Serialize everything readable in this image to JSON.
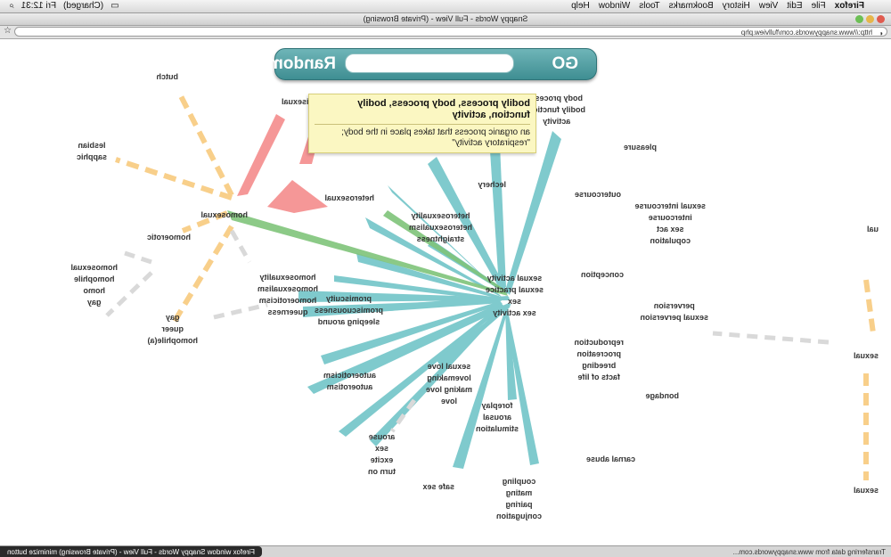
{
  "menubar": {
    "apple": "",
    "menus": [
      "Firefox",
      "File",
      "Edit",
      "View",
      "History",
      "Bookmarks",
      "Tools",
      "Window",
      "Help"
    ],
    "clock": "Fri 12:31",
    "battery": "(Charged)"
  },
  "window": {
    "title": "Snappy Words - Full View - (Private Browsing)"
  },
  "toolbar": {
    "url": "http://www.snappywords.com/fullview.php"
  },
  "search": {
    "go_label": "GO",
    "random_label": "Random",
    "value": ""
  },
  "tooltip": {
    "title": "bodily process, body process, bodily function, activity",
    "definition": "an organic process that takes place in the body; \"respiratory activity\""
  },
  "nodes": {
    "center": [
      "sexual activity",
      "sexual practice",
      "sex",
      "sex activity"
    ],
    "promiscuity": [
      "promiscuity",
      "promiscuousness",
      "sleeping around"
    ],
    "homosexuality": [
      "homosexuality",
      "homosexualism",
      "homoeroticism",
      "queerness"
    ],
    "heterosexuality": [
      "heterosexuality",
      "heterosexualism",
      "straightness"
    ],
    "heterosexual": "heterosexual",
    "homosexual": "homosexual",
    "bisexual": "bisexual",
    "butch": "butch",
    "lesbian": [
      "lesbian",
      "sapphic"
    ],
    "homoerotic": "homoerotic",
    "homosexual_noun": [
      "homosexual",
      "homophile",
      "homo",
      "gay"
    ],
    "gay": [
      "gay",
      "queer",
      "homophile(a)"
    ],
    "lechery": "lechery",
    "body_process": [
      "body process",
      "bodily function",
      "activity"
    ],
    "pleasure": "pleasure",
    "outercourse": "outercourse",
    "intercourse": [
      "sexual intercourse",
      "intercourse",
      "sex act",
      "copulation"
    ],
    "conception": "conception",
    "perversion": [
      "perversion",
      "sexual perversion"
    ],
    "reproduction": [
      "reproduction",
      "procreation",
      "breeding",
      "facts of life"
    ],
    "bondage": "bondage",
    "carnal_abuse": "carnal abuse",
    "coupling": [
      "coupling",
      "mating",
      "pairing",
      "conjugation"
    ],
    "foreplay": [
      "foreplay",
      "arousal",
      "stimulation"
    ],
    "safe_sex": "safe sex",
    "sexual_love": [
      "sexual love",
      "lovemaking",
      "making love",
      "love"
    ],
    "arouse": [
      "arouse",
      "sex",
      "excite",
      "turn on"
    ],
    "autoeroticism": [
      "autoeroticism",
      "autoerotism"
    ],
    "edge_ual": "ual",
    "edge_sexual_1": "sexual",
    "edge_sexual_2": "sexual"
  },
  "statusbar": {
    "message": "Transferring data from www.snappywords.com...",
    "dock_tooltip": "Firefox window Snappy Words - Full View - (Private Browsing) minimize button"
  },
  "colors": {
    "teal": "#79c8cb",
    "green": "#7fc47a",
    "red": "#f48c8c",
    "orange": "#f8cf8a",
    "gray": "#d4d4d4"
  }
}
